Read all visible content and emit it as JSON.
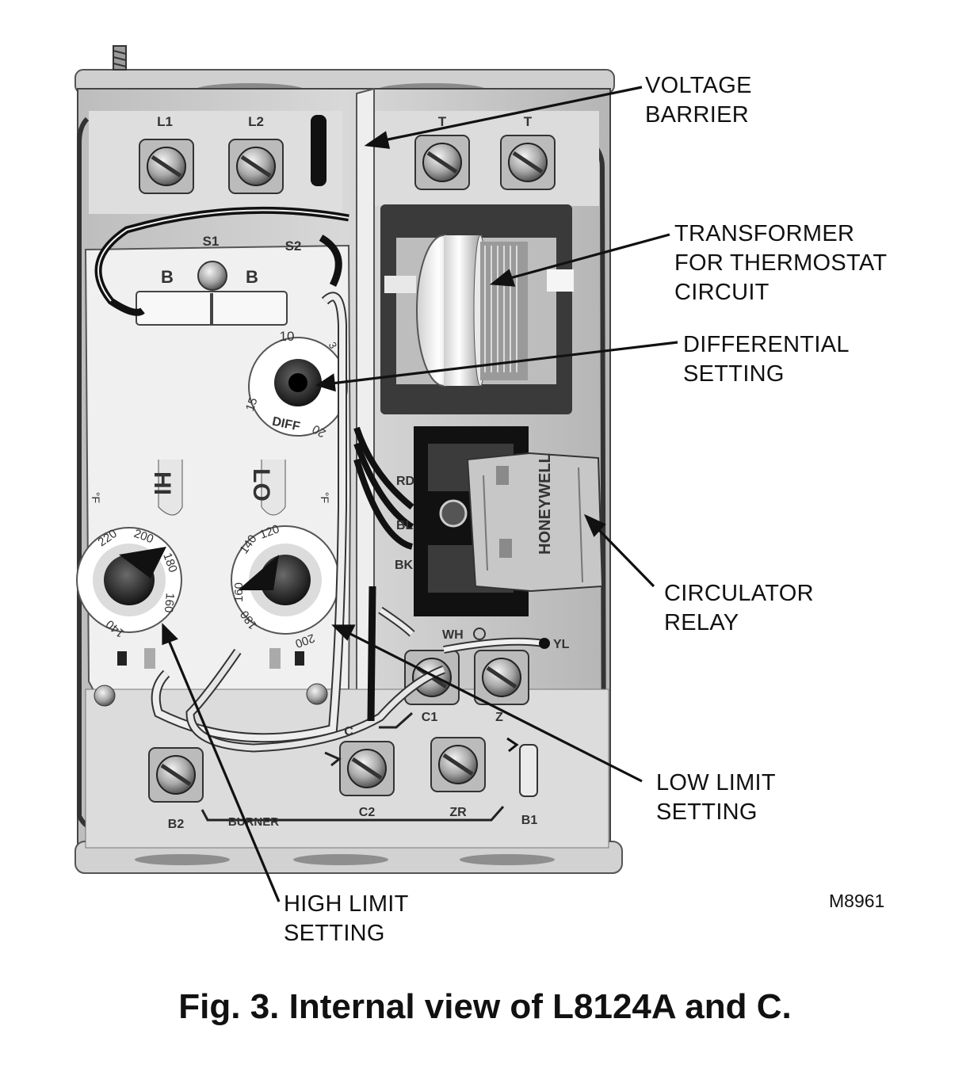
{
  "figure": {
    "caption": "Fig. 3. Internal view of L8124A and C.",
    "figure_id": "M8961"
  },
  "callouts": {
    "voltage_barrier": [
      "VOLTAGE",
      "BARRIER"
    ],
    "transformer": [
      "TRANSFORMER",
      "FOR THERMOSTAT",
      "CIRCUIT"
    ],
    "differential": [
      "DIFFERENTIAL",
      "SETTING"
    ],
    "circulator": [
      "CIRCULATOR",
      "RELAY"
    ],
    "low_limit": [
      "LOW LIMIT",
      "SETTING"
    ],
    "high_limit": [
      "HIGH LIMIT",
      "SETTING"
    ]
  },
  "device_labels": {
    "l1": "L1",
    "l2": "L2",
    "t1": "T",
    "t2": "T",
    "s1": "S1",
    "s2": "S2",
    "b_left": "B",
    "b_right": "B",
    "diff": "DIFF",
    "diff_ticks": [
      "10",
      "15",
      "20",
      "3"
    ],
    "hi": "HI",
    "lo": "LO",
    "deg_f": "°F",
    "hi_ticks": [
      "220",
      "200",
      "180",
      "160",
      "140"
    ],
    "lo_ticks": [
      "120",
      "140",
      "160",
      "180",
      "200"
    ],
    "rd": "RD",
    "bl": "BL",
    "bk": "BK",
    "wh": "WH",
    "yl": "YL",
    "c1": "C1",
    "z": "Z",
    "c": "C",
    "c2": "C2",
    "zr": "ZR",
    "b1": "B1",
    "b2": "B2",
    "burner": "BURNER",
    "brand": "HONEYWELL"
  }
}
